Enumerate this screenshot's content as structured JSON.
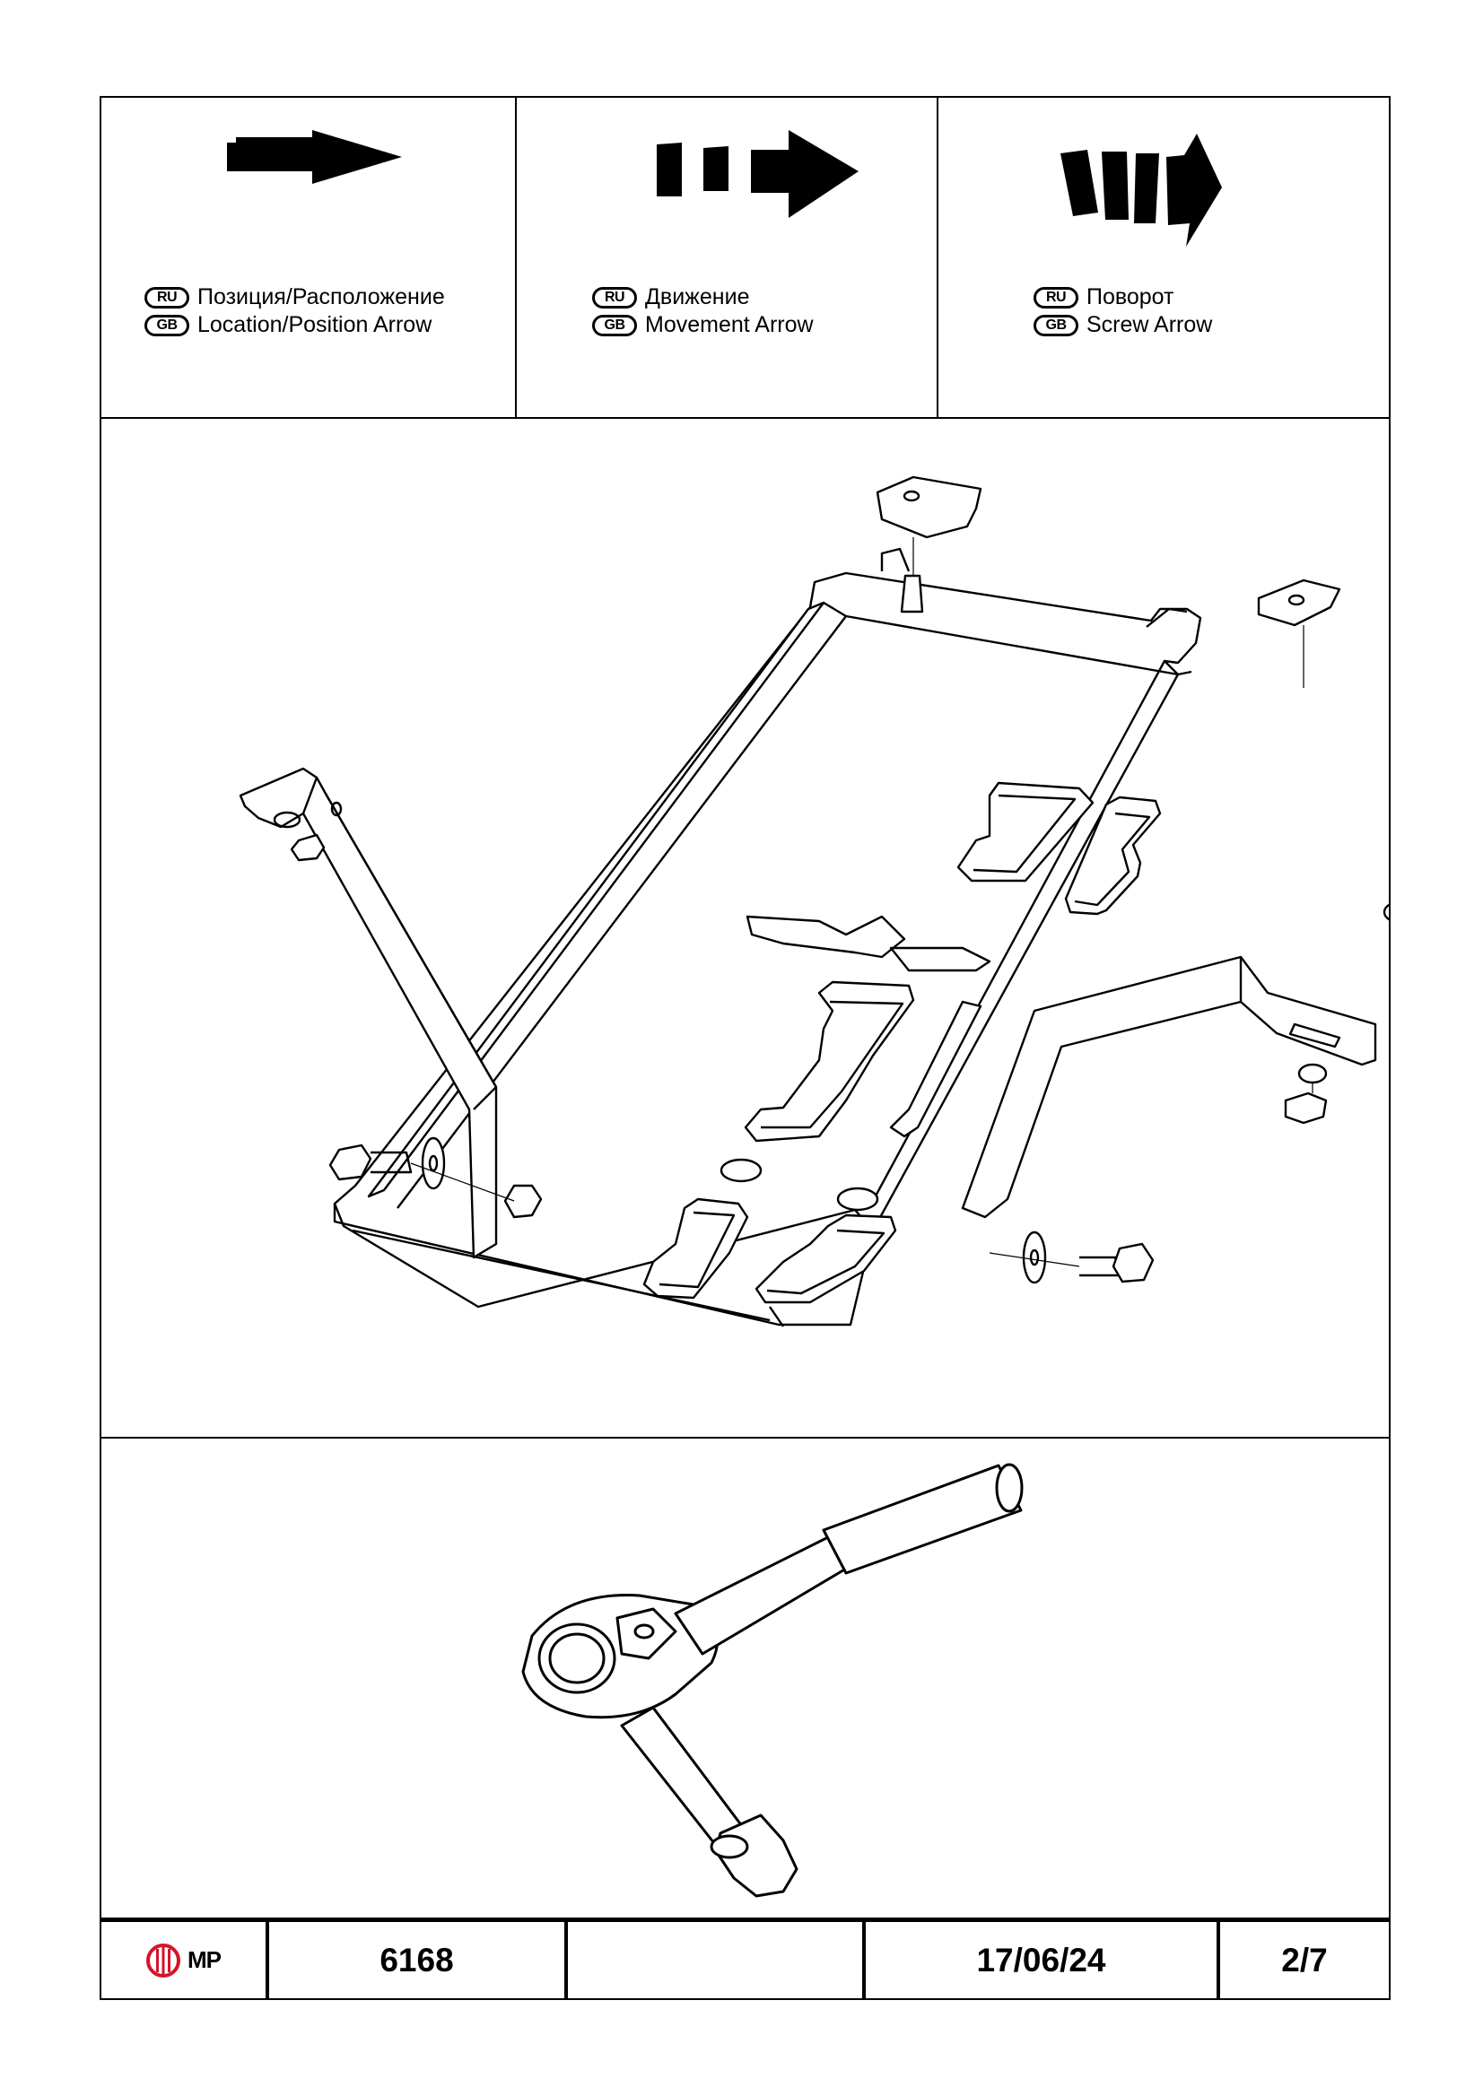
{
  "legend": {
    "items": [
      {
        "ru_badge": "RU",
        "gb_badge": "GB",
        "ru_text": "Позиция/Расположение",
        "gb_text": "Location/Position Arrow",
        "icon": "location-arrow-icon"
      },
      {
        "ru_badge": "RU",
        "gb_badge": "GB",
        "ru_text": "Движение",
        "gb_text": "Movement Arrow",
        "icon": "movement-arrow-icon"
      },
      {
        "ru_badge": "RU",
        "gb_badge": "GB",
        "ru_text": "Поворот",
        "gb_text": "Screw Arrow",
        "icon": "screw-arrow-icon"
      }
    ]
  },
  "drawing": {
    "icon": "skid-plate-assembly-drawing"
  },
  "tools": {
    "icon": "ratchet-wrench-icon"
  },
  "title_block": {
    "logo_text": "MP",
    "part_number": "6168",
    "empty": "",
    "date": "17/06/24",
    "page": "2/7"
  },
  "colors": {
    "logo": "#d4142a",
    "ink": "#000000"
  }
}
